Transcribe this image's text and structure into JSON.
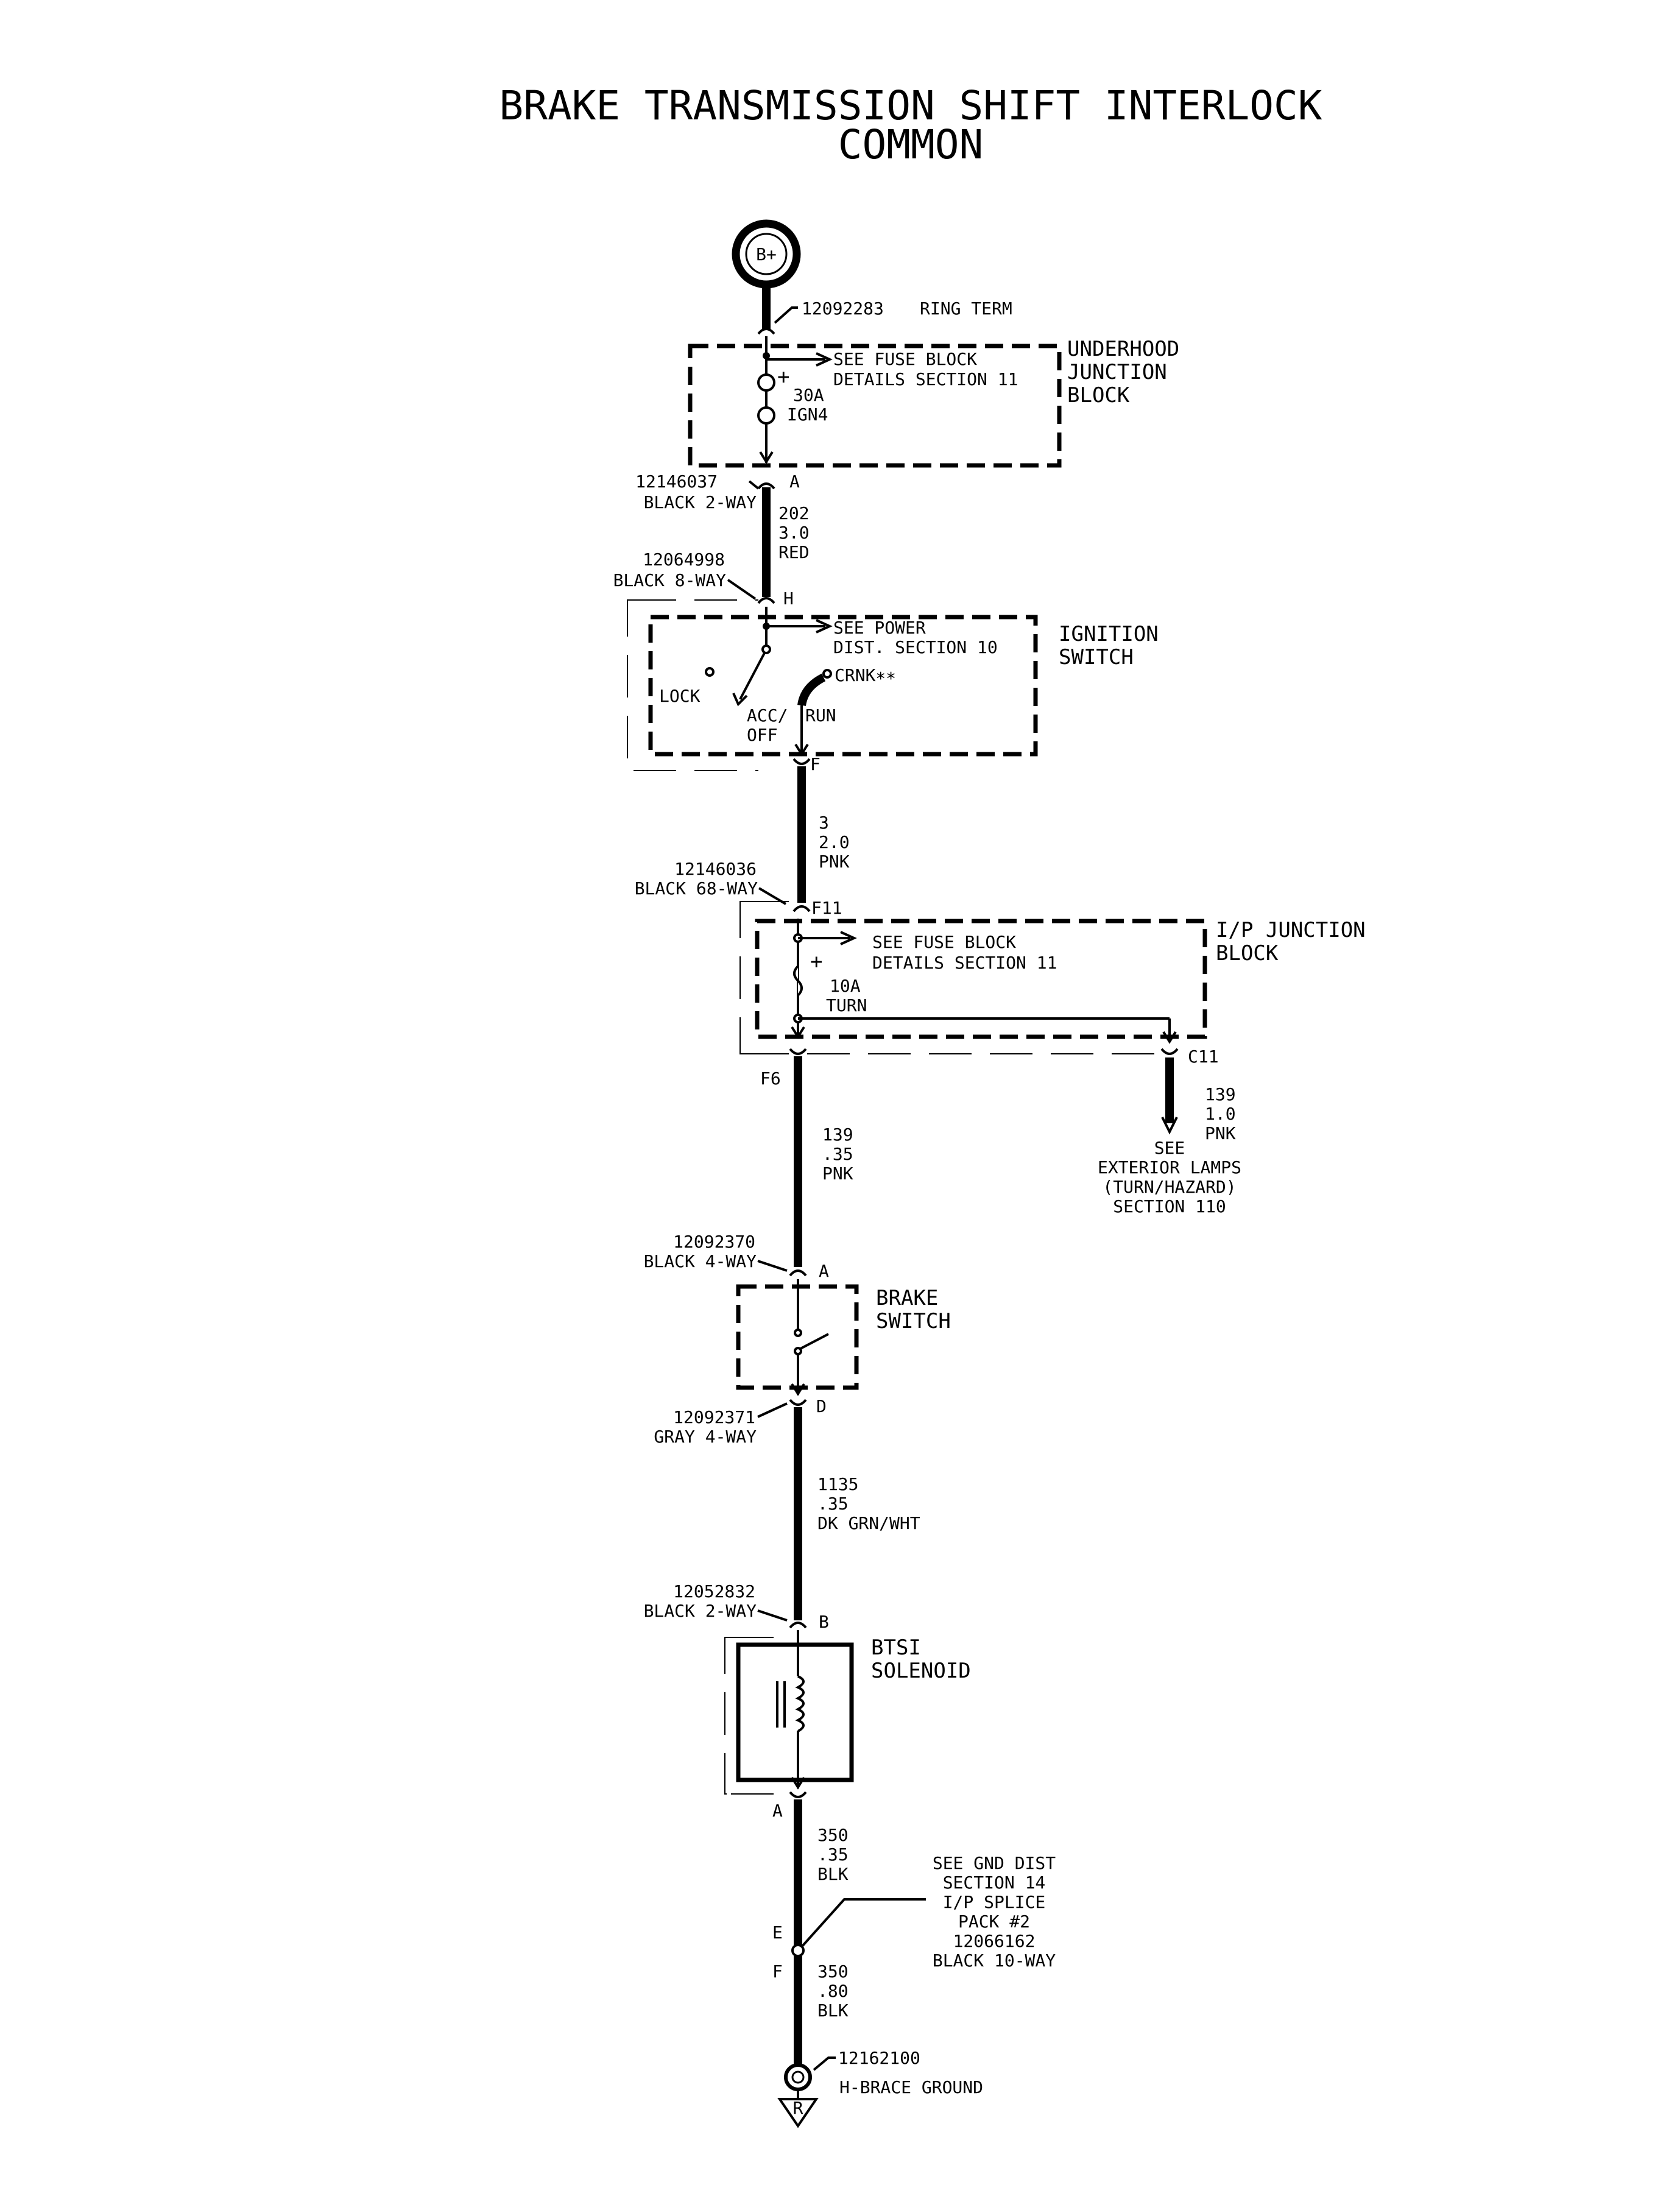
{
  "title": {
    "line1": "BRAKE TRANSMISSION SHIFT INTERLOCK",
    "line2": "COMMON"
  },
  "battery": {
    "label": "B+"
  },
  "ring_term": {
    "part": "12092283",
    "label": "RING TERM"
  },
  "underhood_block": {
    "name_l1": "UNDERHOOD",
    "name_l2": "JUNCTION",
    "name_l3": "BLOCK",
    "see_l1": "SEE FUSE BLOCK",
    "see_l2": "DETAILS SECTION 11",
    "fuse_amp": "30A",
    "fuse_name": "IGN4",
    "plus": "+"
  },
  "connectors": {
    "c1_part": "12146037",
    "c1_desc": "BLACK 2-WAY",
    "c1_pin": "A",
    "c2_part": "12064998",
    "c2_desc": "BLACK 8-WAY",
    "c2_pin": "H",
    "c2_out_pin": "F",
    "c3_part": "12146036",
    "c3_desc": "BLACK 68-WAY",
    "c3_pin": "F11",
    "c3_out_pin": "F6",
    "c3_branch_pin": "C11",
    "c4_part": "12092370",
    "c4_desc": "BLACK 4-WAY",
    "c4_pin": "A",
    "c5_part": "12092371",
    "c5_desc": "GRAY 4-WAY",
    "c5_pin": "D",
    "c6_part": "12052832",
    "c6_desc": "BLACK 2-WAY",
    "c6_pin": "B",
    "c6_out_pin": "A"
  },
  "wires": {
    "w1_num": "202",
    "w1_gauge": "3.0",
    "w1_color": "RED",
    "w2_num": "3",
    "w2_gauge": "2.0",
    "w2_color": "PNK",
    "w3_num": "139",
    "w3_gauge": ".35",
    "w3_color": "PNK",
    "w4_num": "139",
    "w4_gauge": "1.0",
    "w4_color": "PNK",
    "w5_num": "1135",
    "w5_gauge": ".35",
    "w5_color": "DK GRN/WHT",
    "w6_num": "350",
    "w6_gauge": ".35",
    "w6_color": "BLK",
    "w7_num": "350",
    "w7_gauge": ".80",
    "w7_color": "BLK"
  },
  "ignition_switch": {
    "name_l1": "IGNITION",
    "name_l2": "SWITCH",
    "see_l1": "SEE POWER",
    "see_l2": "DIST. SECTION 10",
    "lock": "LOCK",
    "acc_l1": "ACC/",
    "acc_l2": "OFF",
    "run": "RUN",
    "crnk": "CRNK∗∗"
  },
  "ip_block": {
    "name_l1": "I/P JUNCTION",
    "name_l2": "BLOCK",
    "see_l1": "SEE FUSE BLOCK",
    "see_l2": "DETAILS SECTION 11",
    "fuse_amp": "10A",
    "fuse_name": "TURN",
    "plus": "+"
  },
  "exterior_ref": {
    "l1": "SEE",
    "l2": "EXTERIOR LAMPS",
    "l3": "(TURN/HAZARD)",
    "l4": "SECTION 110"
  },
  "brake_switch": {
    "name_l1": "BRAKE",
    "name_l2": "SWITCH"
  },
  "btsi_solenoid": {
    "name_l1": "BTSI",
    "name_l2": "SOLENOID"
  },
  "splice": {
    "pin_e": "E",
    "pin_f": "F",
    "l1": "SEE GND DIST",
    "l2": "SECTION 14",
    "l3": "I/P SPLICE",
    "l4": "PACK #2",
    "l5": "12066162",
    "l6": "BLACK 10-WAY"
  },
  "ground": {
    "part": "12162100",
    "label": "H-BRACE GROUND",
    "symbol": "R"
  }
}
